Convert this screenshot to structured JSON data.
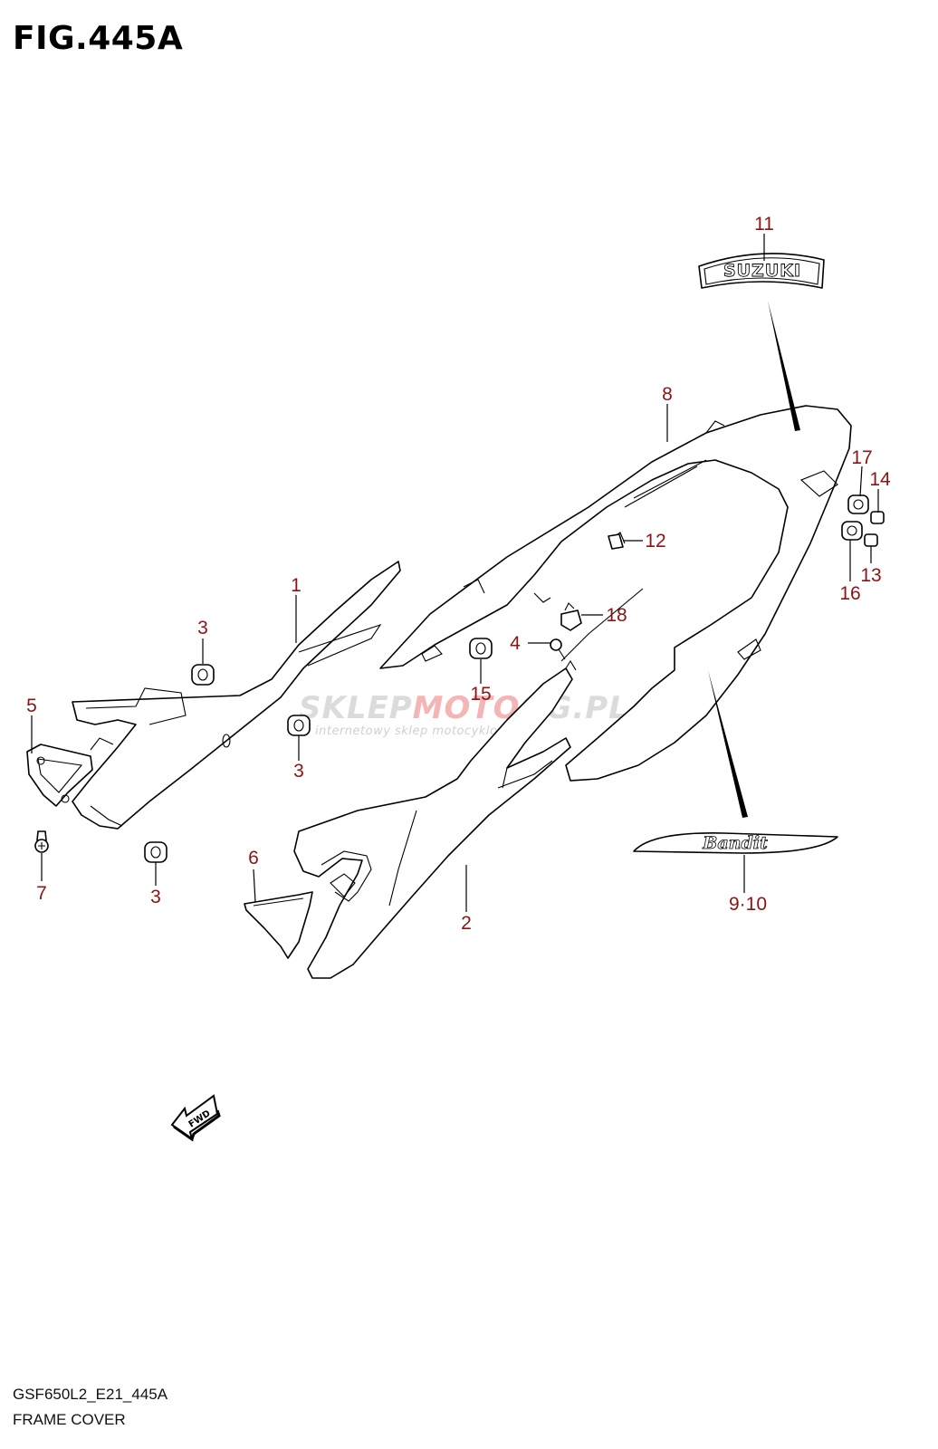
{
  "figure_title": "FIG.445A",
  "model_code": "GSF650L2_E21_445A",
  "caption": "FRAME COVER",
  "watermark": {
    "part1": "SKLEP",
    "part2": "MOTO",
    "part3": "GG.PL",
    "tagline": "internetowy sklep motocyklowy"
  },
  "decals": {
    "emblem_text": "SUZUKI",
    "script_text": "Bandit"
  },
  "direction_label": "FWD",
  "callouts": [
    "1",
    "2",
    "3",
    "3",
    "3",
    "4",
    "5",
    "6",
    "7",
    "8",
    "9·10",
    "11",
    "12",
    "13",
    "14",
    "15",
    "16",
    "17",
    "18"
  ]
}
